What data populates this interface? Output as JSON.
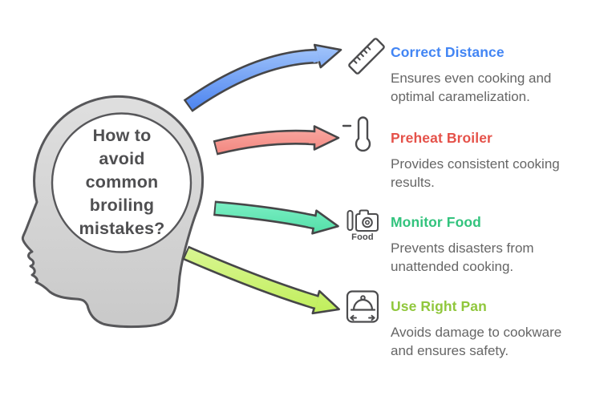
{
  "figure": {
    "kind": "mind-map infographic",
    "background_color": "#ffffff",
    "outline_color": "#58585a"
  },
  "center": {
    "question": "How to avoid common broiling mistakes?",
    "question_lines": [
      "How to",
      "avoid",
      "common",
      "broiling",
      "mistakes?"
    ],
    "text_color": "#4f4f51",
    "head_fill": "#d6d6d6"
  },
  "items": [
    {
      "title": "Correct Distance",
      "description": "Ensures even cooking and optimal caramelization.",
      "title_color": "#4285f4",
      "arrow_color": "#7fadf8",
      "icon": "ruler-icon"
    },
    {
      "title": "Preheat Broiler",
      "description": "Provides consistent cooking results.",
      "title_color": "#e5524a",
      "arrow_color": "#f79b94",
      "icon": "thermometer-icon"
    },
    {
      "title": "Monitor Food",
      "description": "Prevents disasters from unattended cooking.",
      "title_color": "#32c37d",
      "arrow_color": "#66e6b3",
      "icon": "food-camera-icon",
      "icon_caption": "Food"
    },
    {
      "title": "Use Right Pan",
      "description": "Avoids damage to cookware and ensures safety.",
      "title_color": "#90c73c",
      "arrow_color": "#c9f170",
      "icon": "serving-pan-icon"
    }
  ],
  "description_color": "#666666"
}
